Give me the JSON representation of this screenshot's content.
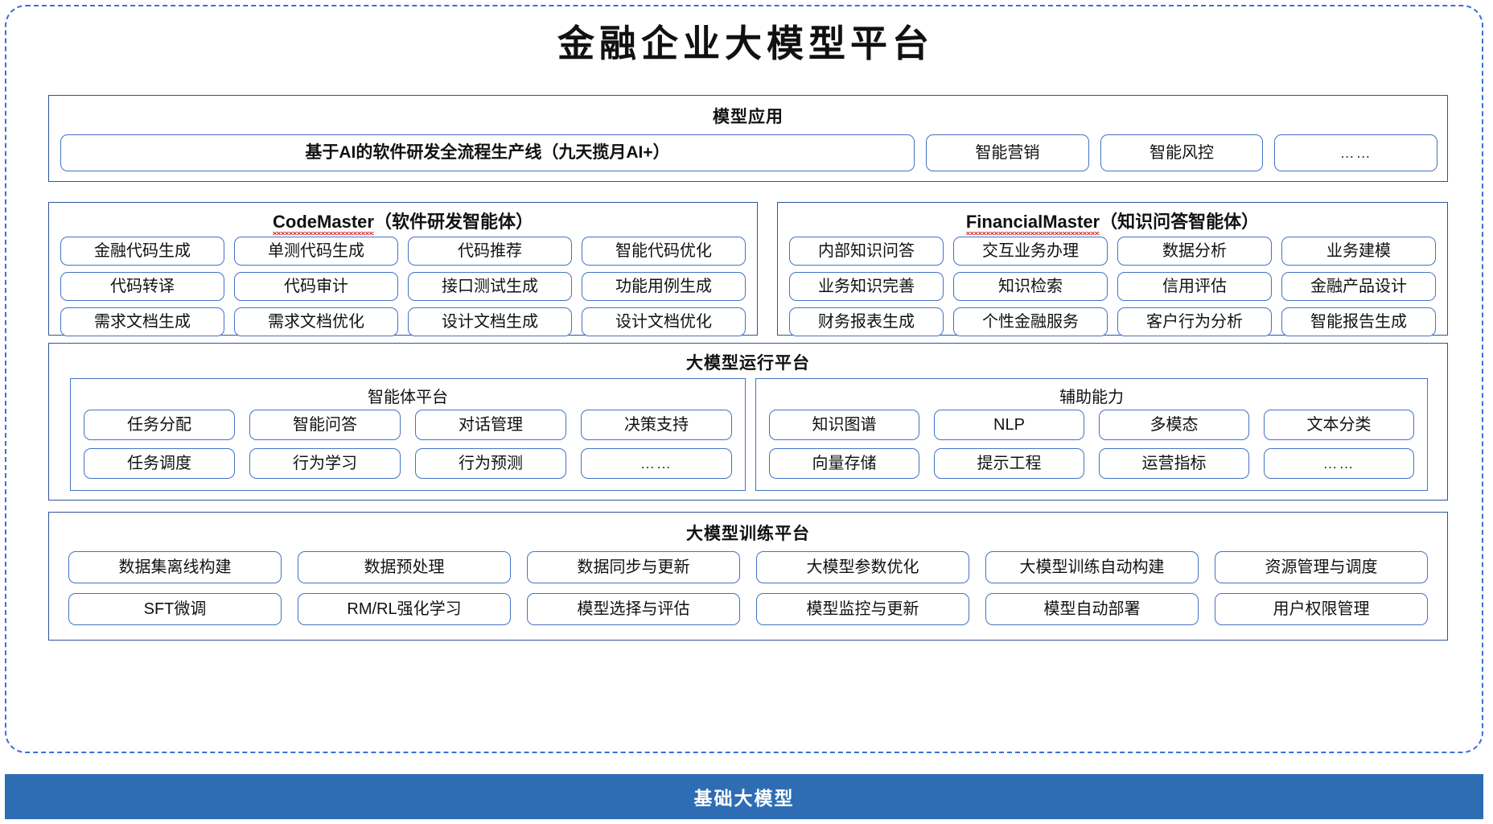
{
  "title": "金融企业大模型平台",
  "sections": {
    "application": {
      "title": "模型应用",
      "items": [
        "基于AI的软件研发全流程生产线（九天揽月AI+）",
        "智能营销",
        "智能风控",
        "……"
      ]
    },
    "code_master": {
      "name": "CodeMaster",
      "suffix": "（软件研发智能体）",
      "items": [
        "金融代码生成",
        "单测代码生成",
        "代码推荐",
        "智能代码优化",
        "代码转译",
        "代码审计",
        "接口测试生成",
        "功能用例生成",
        "需求文档生成",
        "需求文档优化",
        "设计文档生成",
        "设计文档优化"
      ]
    },
    "financial_master": {
      "name": "FinancialMaster",
      "suffix": "（知识问答智能体）",
      "items": [
        "内部知识问答",
        "交互业务办理",
        "数据分析",
        "业务建模",
        "业务知识完善",
        "知识检索",
        "信用评估",
        "金融产品设计",
        "财务报表生成",
        "个性金融服务",
        "客户行为分析",
        "智能报告生成"
      ]
    },
    "runtime": {
      "title": "大模型运行平台",
      "agent_platform": {
        "title": "智能体平台",
        "items": [
          "任务分配",
          "智能问答",
          "对话管理",
          "决策支持",
          "任务调度",
          "行为学习",
          "行为预测",
          "……"
        ]
      },
      "auxiliary": {
        "title": "辅助能力",
        "items": [
          "知识图谱",
          "NLP",
          "多模态",
          "文本分类",
          "向量存储",
          "提示工程",
          "运营指标",
          "……"
        ]
      }
    },
    "training": {
      "title": "大模型训练平台",
      "items": [
        "数据集离线构建",
        "数据预处理",
        "数据同步与更新",
        "大模型参数优化",
        "大模型训练自动构建",
        "资源管理与调度",
        "SFT微调",
        "RM/RL强化学习",
        "模型选择与评估",
        "模型监控与更新",
        "模型自动部署",
        "用户权限管理"
      ]
    },
    "base_model": {
      "label": "基础大模型"
    }
  },
  "colors": {
    "frame_border": "#3a6fd8",
    "panel_border": "#2f5597",
    "chip_border": "#4472c4",
    "base_bar": "#2e6db4",
    "spellcheck": "#e03131"
  }
}
